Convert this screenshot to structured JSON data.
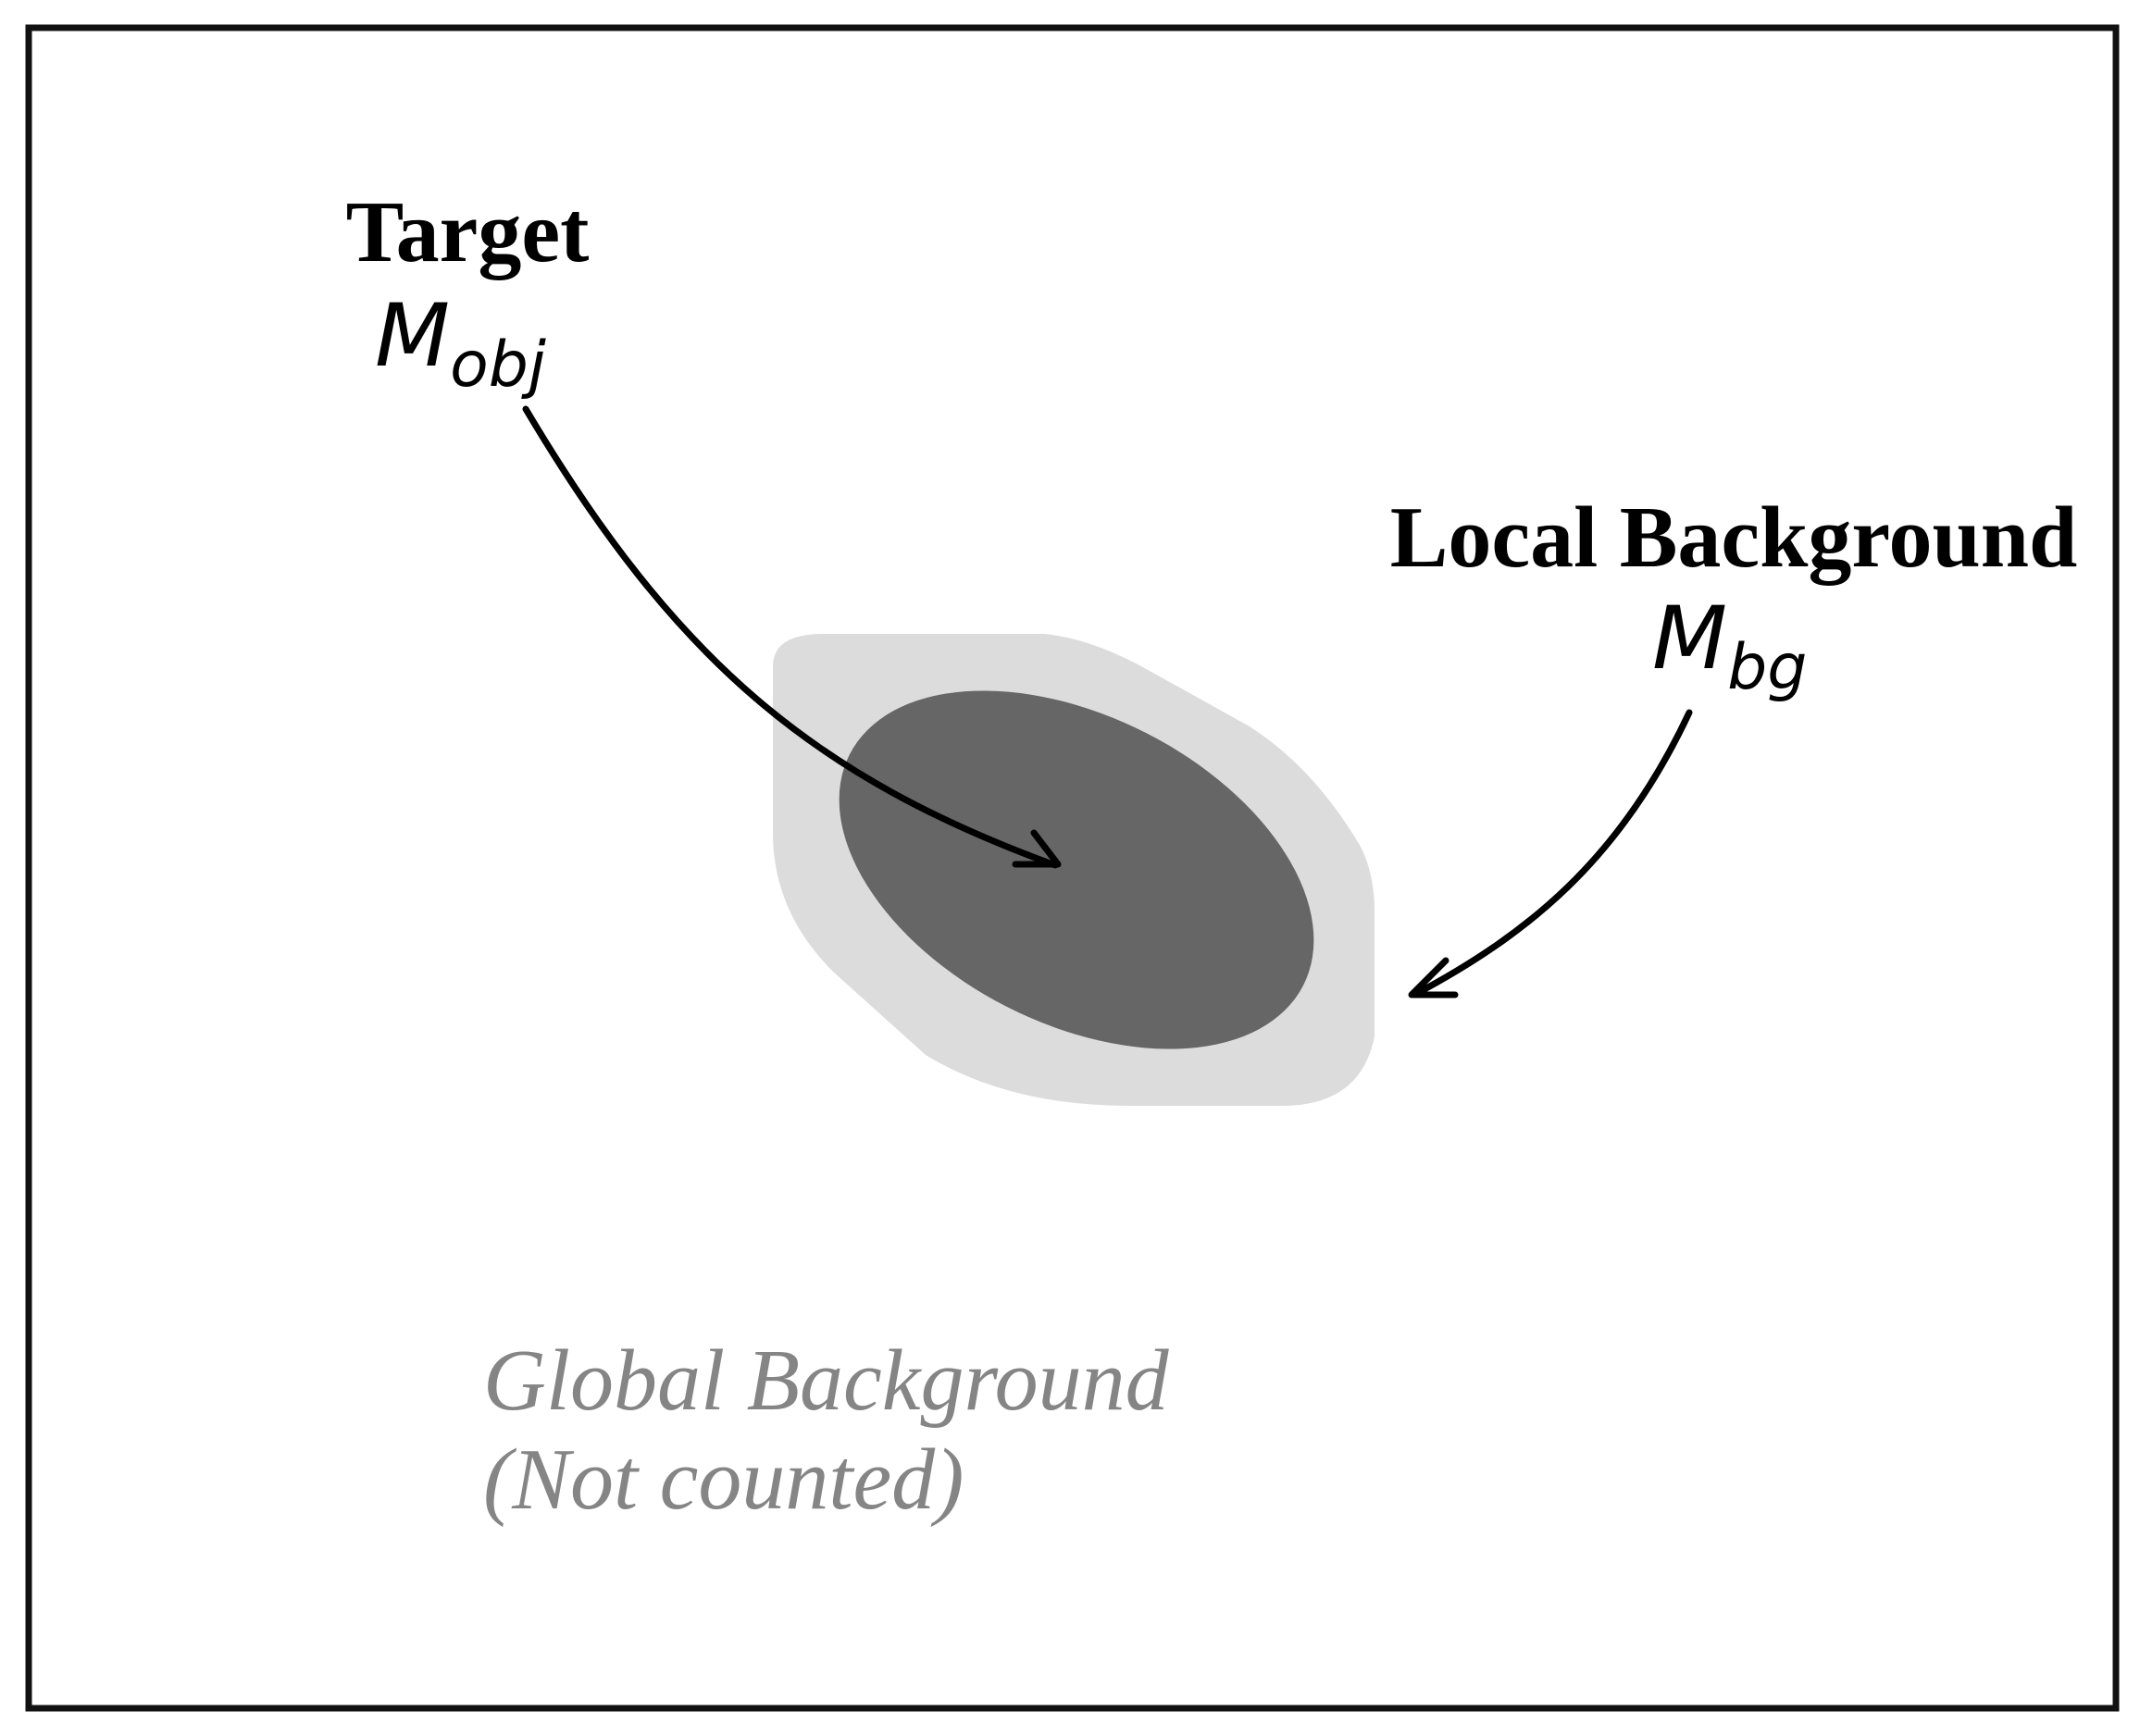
{
  "labels": {
    "target": {
      "title": "Target",
      "symbol": "M",
      "subscript": "obj"
    },
    "local_background": {
      "title": "Local Background",
      "symbol": "M",
      "subscript": "bg"
    },
    "global_background": {
      "line1": "Global Background",
      "line2": "(Not counted)"
    }
  },
  "colors": {
    "frame": "#111111",
    "object_region": "#666666",
    "local_background_region": "#dcdcdc",
    "global_background_text": "#858585",
    "label_text": "#000000",
    "arrow": "#000000"
  }
}
